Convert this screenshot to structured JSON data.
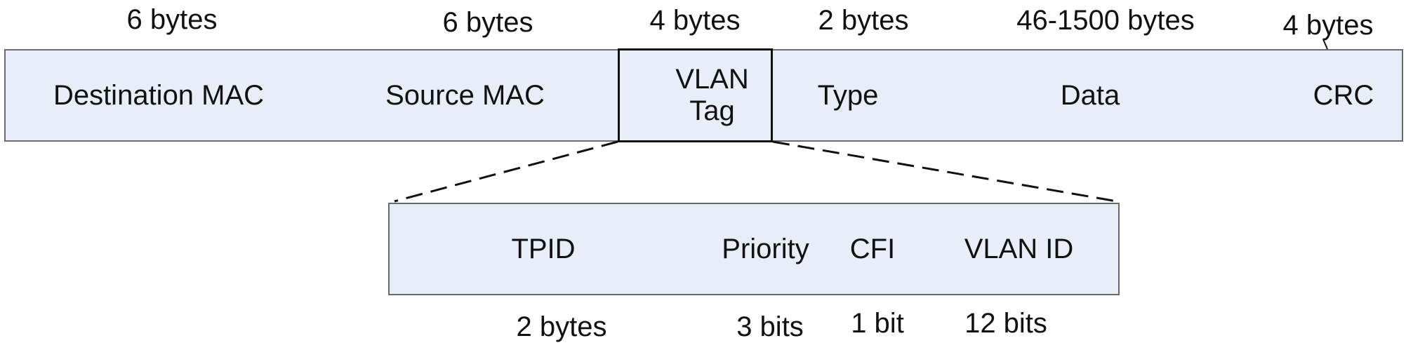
{
  "frame": {
    "fields": [
      {
        "label": "Destination MAC",
        "size": "6 bytes"
      },
      {
        "label": "Source MAC",
        "size": "6 bytes"
      },
      {
        "label": "VLAN Tag",
        "size": "4 bytes"
      },
      {
        "label": "Type",
        "size": "2 bytes"
      },
      {
        "label": "Data",
        "size": "46-1500 bytes"
      },
      {
        "label": "CRC",
        "size": "4 bytes"
      }
    ]
  },
  "vlan_tag": {
    "fields": [
      {
        "label": "TPID",
        "size": "2 bytes"
      },
      {
        "label": "Priority",
        "size": "3 bits"
      },
      {
        "label": "CFI",
        "size": "1 bit"
      },
      {
        "label": "VLAN ID",
        "size": "12 bits"
      }
    ]
  },
  "colors": {
    "field_fill": "#e8eef8",
    "field_border": "#6b6b6b",
    "highlight_border": "#111111",
    "text": "#111111",
    "connector": "#111111"
  }
}
